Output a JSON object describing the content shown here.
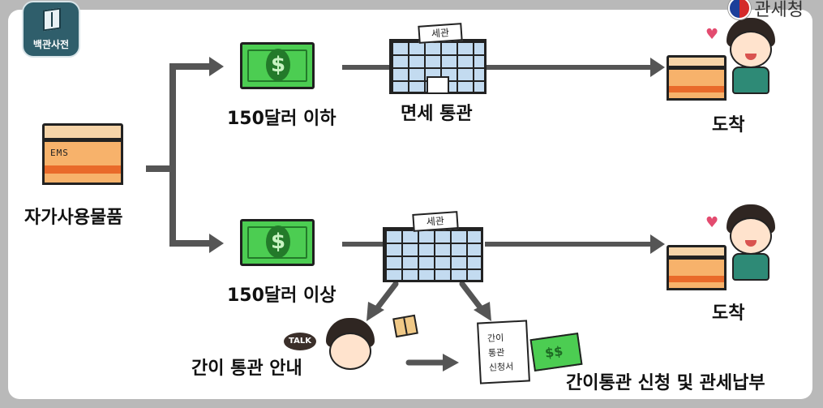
{
  "brand": {
    "channel_logo": "백관사전",
    "agency": "관세청"
  },
  "source": {
    "label": "자가사용물품",
    "box_text": "EMS"
  },
  "top_branch": {
    "price_label": "150달러 이하",
    "customs_label": "면세 통관",
    "building_sign": "세관",
    "arrival_label": "도착"
  },
  "bottom_branch": {
    "price_label": "150달러 이상",
    "building_sign": "세관",
    "arrival_label": "도착",
    "guide_label": "간이 통관 안내",
    "bubble_text": "TALK",
    "form_text": "간이\n통관\n신청서",
    "payment_label": "간이통관 신청 및 관세납부"
  },
  "icons": [
    "dollar-bill-icon",
    "building-icon",
    "package-icon",
    "child-icon",
    "heart-icon",
    "document-icon"
  ],
  "colors": {
    "money": "#4ccd52",
    "box": "#f7b26b",
    "building": "#c3dbf0",
    "shirt": "#2e8a76",
    "arrow": "#555555"
  }
}
